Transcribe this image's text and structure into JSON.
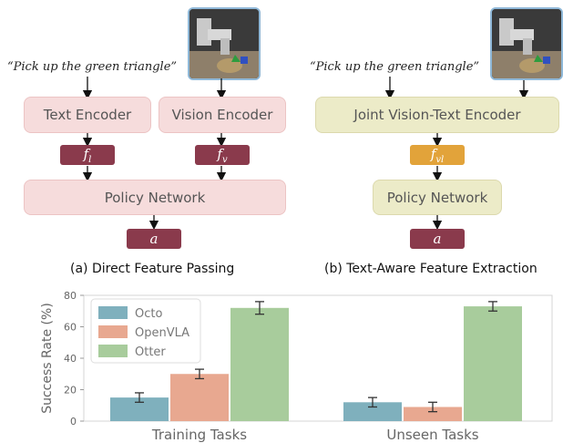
{
  "left": {
    "prompt": "“Pick up the green triangle”",
    "text_encoder": "Text Encoder",
    "vision_encoder": "Vision Encoder",
    "feat_text": "f_l",
    "feat_vision": "f_v",
    "policy": "Policy Network",
    "action": "a",
    "caption": "(a) Direct Feature Passing"
  },
  "right": {
    "prompt": "“Pick up the green triangle”",
    "joint_encoder": "Joint Vision-Text Encoder",
    "feat": "f_vl",
    "policy": "Policy Network",
    "action": "a",
    "caption": "(b) Text-Aware Feature Extraction"
  },
  "chart_data": {
    "type": "bar",
    "categories": [
      "Training Tasks",
      "Unseen Tasks"
    ],
    "series": [
      {
        "name": "Octo",
        "values": [
          15,
          12
        ],
        "errors": [
          3,
          3
        ],
        "color": "#7fb0bd"
      },
      {
        "name": "OpenVLA",
        "values": [
          30,
          9
        ],
        "errors": [
          3,
          3
        ],
        "color": "#e8a890"
      },
      {
        "name": "Otter",
        "values": [
          72,
          73
        ],
        "errors": [
          4,
          3
        ],
        "color": "#a8cc9c"
      }
    ],
    "xlabel": "",
    "ylabel": "Success Rate (%)",
    "ylim": [
      0,
      80
    ],
    "yticks": [
      0,
      20,
      40,
      60,
      80
    ],
    "legend_position": "top-left",
    "grid": false
  }
}
